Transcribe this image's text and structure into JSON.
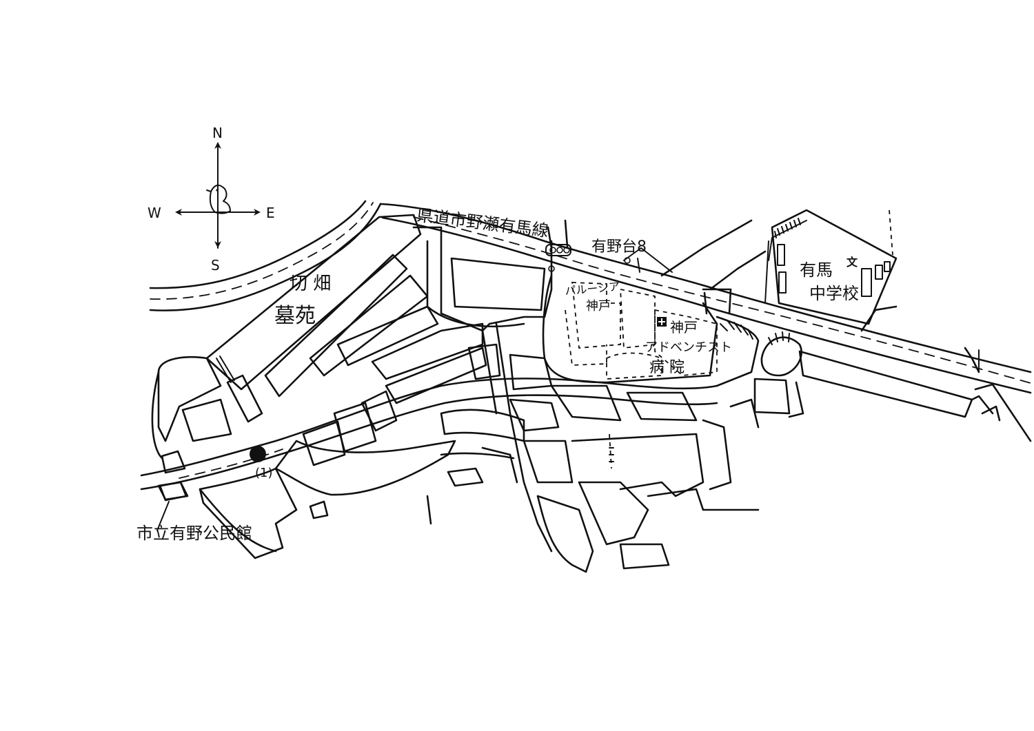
{
  "compass": {
    "north": "N",
    "south": "S",
    "east": "E",
    "west": "W",
    "center_icon": "bird-icon"
  },
  "labels": {
    "prefectural_road": "県道市野瀬有馬線",
    "arinodai_8": "有野台8",
    "kirihata_1": "切 畑",
    "kirihata_2": "墓苑",
    "parusia_1": "パルーシア",
    "parusia_2": "神戸",
    "hospital_1": "神戸",
    "hospital_2": "アドベンチスト",
    "hospital_3": "病 院",
    "school_1": "有馬",
    "school_2": "中学校",
    "school_symbol": "文",
    "marker_number": "(1)",
    "community_hall": "市立有野公民館"
  },
  "colors": {
    "ink": "#111111",
    "paper": "#ffffff"
  }
}
